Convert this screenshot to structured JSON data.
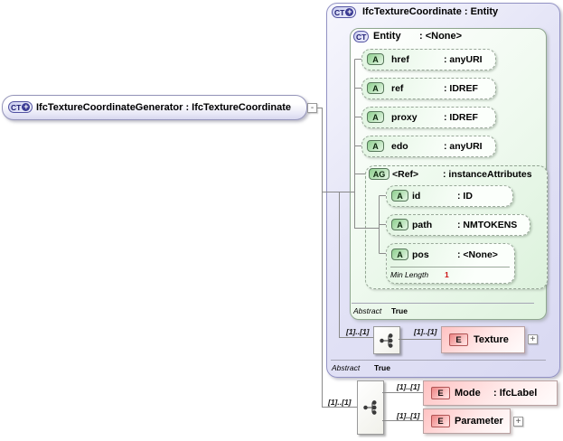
{
  "glyphs": {
    "plus": "+",
    "minus": "-"
  },
  "root": {
    "icon": "CT",
    "label": "IfcTextureCoordinateGenerator : IfcTextureCoordinate"
  },
  "type_box": {
    "icon": "CT",
    "title": "IfcTextureCoordinate : Entity",
    "abstract_label": "Abstract",
    "abstract_value": "True",
    "entity": {
      "icon": "CT",
      "name": "Entity",
      "type": ": <None>",
      "abstract_label": "Abstract",
      "abstract_value": "True",
      "attributes": [
        {
          "icon": "A",
          "name": "href",
          "type": ": anyURI"
        },
        {
          "icon": "A",
          "name": "ref",
          "type": ": IDREF"
        },
        {
          "icon": "A",
          "name": "proxy",
          "type": ": IDREF"
        },
        {
          "icon": "A",
          "name": "edo",
          "type": ": anyURI"
        }
      ],
      "attr_group": {
        "icon": "AG",
        "name": "<Ref>",
        "type": ": instanceAttributes",
        "attributes": [
          {
            "icon": "A",
            "name": "id",
            "type": ": ID"
          },
          {
            "icon": "A",
            "name": "path",
            "type": ": NMTOKENS"
          },
          {
            "icon": "A",
            "name": "pos",
            "type": ": <None>",
            "facet_label": "Min Length",
            "facet_value": "1"
          }
        ]
      }
    },
    "sequence": {
      "occ_left": "[1]..[1]",
      "occ_right": "[1]..[1]",
      "element": {
        "icon": "E",
        "name": "Texture"
      }
    }
  },
  "root_sequence": {
    "occ": "[1]..[1]",
    "children": [
      {
        "occ": "[1]..[1]",
        "icon": "E",
        "name": "Mode",
        "type": ": IfcLabel"
      },
      {
        "occ": "[1]..[1]",
        "icon": "E",
        "name": "Parameter"
      }
    ]
  },
  "colors": {
    "accent_purple": "#3b3b94",
    "attr_green": "#8ecf8e",
    "element_pink": "#ee8484",
    "facet_value_red": "#cc1111"
  }
}
